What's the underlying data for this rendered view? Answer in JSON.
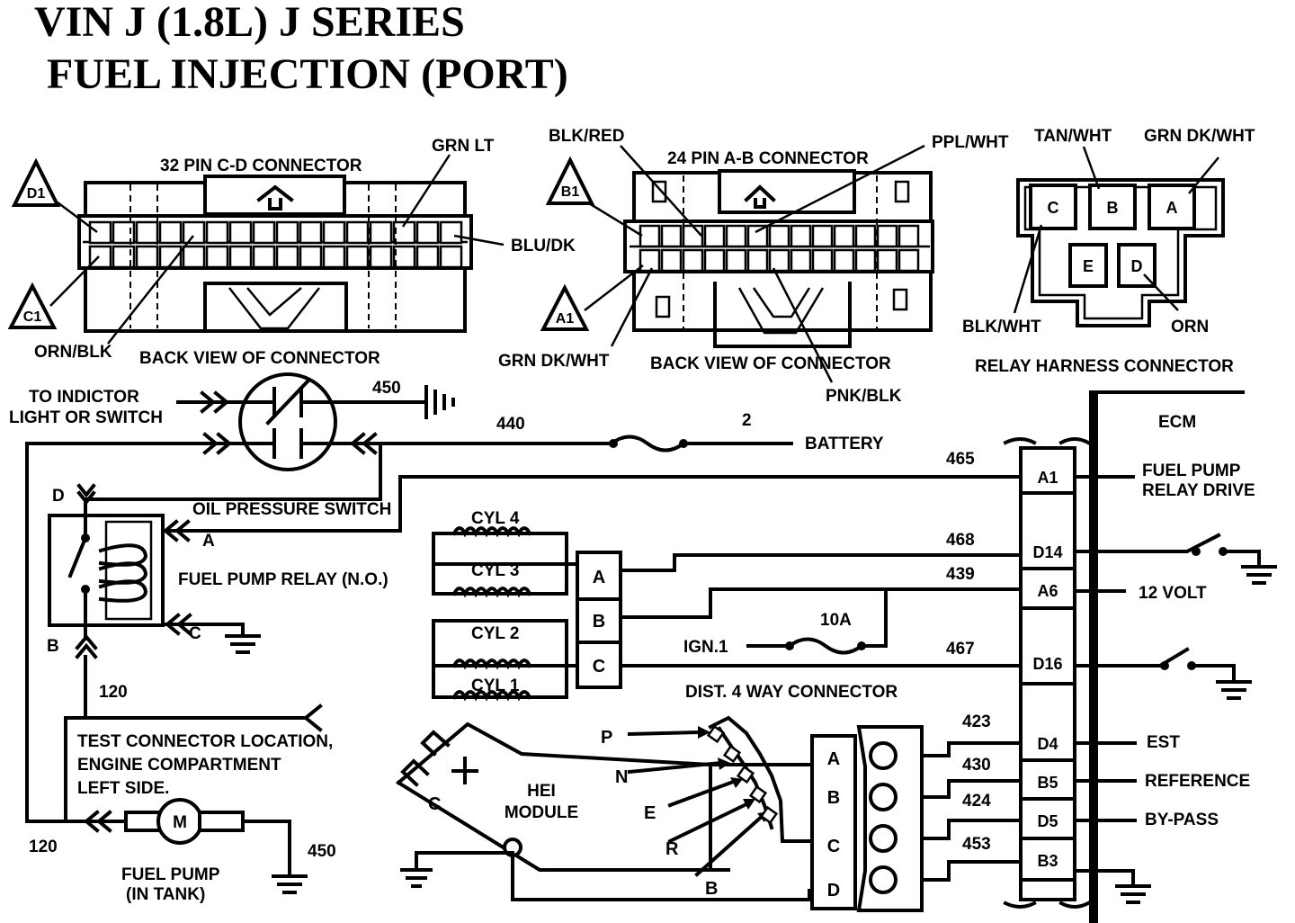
{
  "title": {
    "line1": "VIN J (1.8L) J SERIES",
    "line2": "FUEL INJECTION (PORT)"
  },
  "connectors": {
    "cd": {
      "name": "32 PIN C-D CONNECTOR",
      "view": "BACK VIEW OF CONNECTOR",
      "tag_top": "D1",
      "tag_bottom": "C1",
      "wire_grn_lt": "GRN LT",
      "wire_blu_dk": "BLU/DK",
      "wire_orn_blk": "ORN/BLK"
    },
    "ab": {
      "name": "24 PIN A-B CONNECTOR",
      "view": "BACK VIEW OF CONNECTOR",
      "tag_top": "B1",
      "tag_bottom": "A1",
      "wire_blk_red": "BLK/RED",
      "wire_ppl_wht": "PPL/WHT",
      "wire_grn_dk_wht": "GRN DK/WHT",
      "wire_pnk_blk": "PNK/BLK"
    },
    "relay_harness": {
      "name": "RELAY HARNESS CONNECTOR",
      "cells": [
        "C",
        "B",
        "A",
        "E",
        "D"
      ],
      "wire_tan_wht": "TAN/WHT",
      "wire_grn_dk_wht": "GRN DK/WHT",
      "wire_blk_wht": "BLK/WHT",
      "wire_orn": "ORN"
    }
  },
  "circuit": {
    "to_indicator_line1": "TO INDICTOR",
    "to_indicator_line2": "LIGHT OR SWITCH",
    "oil_pressure_switch": "OIL PRESSURE SWITCH",
    "fuel_pump_relay": "FUEL PUMP RELAY (N.O.)",
    "relay_pin_d": "D",
    "relay_pin_a": "A",
    "relay_pin_b": "B",
    "relay_pin_c": "C",
    "battery": "BATTERY",
    "ecm": "ECM",
    "test_connector_line1": "TEST CONNECTOR LOCATION,",
    "test_connector_line2": "ENGINE  COMPARTMENT",
    "test_connector_line3": "LEFT SIDE.",
    "fuel_pump_line1": "FUEL PUMP",
    "fuel_pump_line2": "(IN TANK)",
    "motor": "M",
    "ign": "IGN.1",
    "fuse_10a": "10A",
    "dist_connector": "DIST. 4 WAY CONNECTOR",
    "dist_pins": [
      "A",
      "B",
      "C"
    ],
    "hei_line1": "HEI",
    "hei_line2": "MODULE",
    "hei_c": "C",
    "hei_plus": "+",
    "hei_leads": [
      "P",
      "N",
      "E",
      "R",
      "B"
    ],
    "dist_block_pins": [
      "A",
      "B",
      "C",
      "D"
    ],
    "cylinders": [
      "CYL 4",
      "CYL 3",
      "CYL 2",
      "CYL 1"
    ]
  },
  "wire_numbers": {
    "w450_top": "450",
    "w440": "440",
    "w2": "2",
    "w465": "465",
    "w468": "468",
    "w439": "439",
    "w467": "467",
    "w120_mid": "120",
    "w120_bot": "120",
    "w450_bot": "450",
    "w423": "423",
    "w430": "430",
    "w424": "424",
    "w453": "453"
  },
  "ecm_pins": [
    "A1",
    "D14",
    "A6",
    "D16",
    "D4",
    "B5",
    "D5",
    "B3"
  ],
  "ecm_functions": {
    "fuel_pump_relay_drive_line1": "FUEL PUMP",
    "fuel_pump_relay_drive_line2": "RELAY DRIVE",
    "volt12": "12 VOLT",
    "est": "EST",
    "reference": "REFERENCE",
    "bypass": "BY-PASS"
  }
}
